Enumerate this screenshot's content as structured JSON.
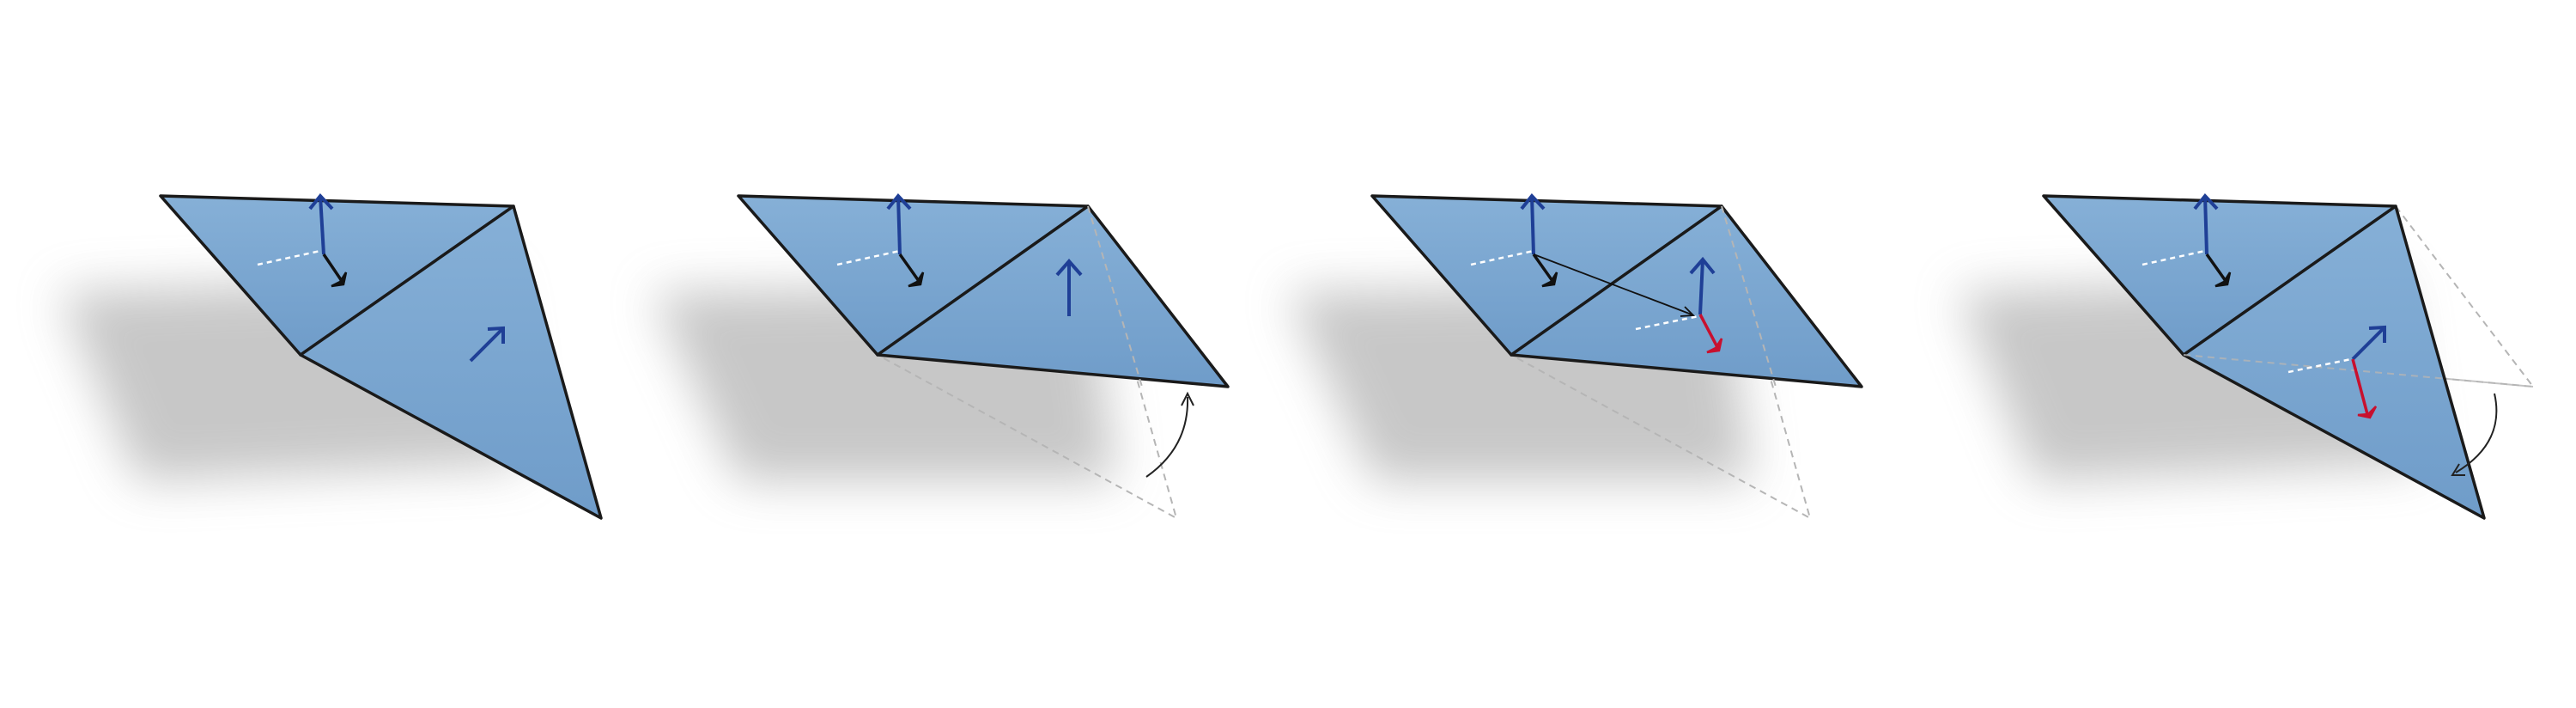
{
  "colors": {
    "background": "#ffffff",
    "face_fill": "#7ba7d0",
    "face_fill_dark": "#5f8dbd",
    "edge": "#1a1a1a",
    "shadow": "#9a9a9a",
    "blue_arrow": "#1f3f96",
    "black_arrow": "#111111",
    "red_arrow": "#c8102e",
    "white_dash": "#ffffff",
    "ghost_edge": "#b5b5b5",
    "rotation_arc": "#222222"
  },
  "panels": [
    {
      "id": "panel-1",
      "description_icon": "two-triangle-mesh-unfolded-icon"
    },
    {
      "id": "panel-2",
      "description_icon": "triangle-rotated-up-icon"
    },
    {
      "id": "panel-3",
      "description_icon": "vector-transported-icon"
    },
    {
      "id": "panel-4",
      "description_icon": "triangle-rotated-back-icon"
    }
  ]
}
